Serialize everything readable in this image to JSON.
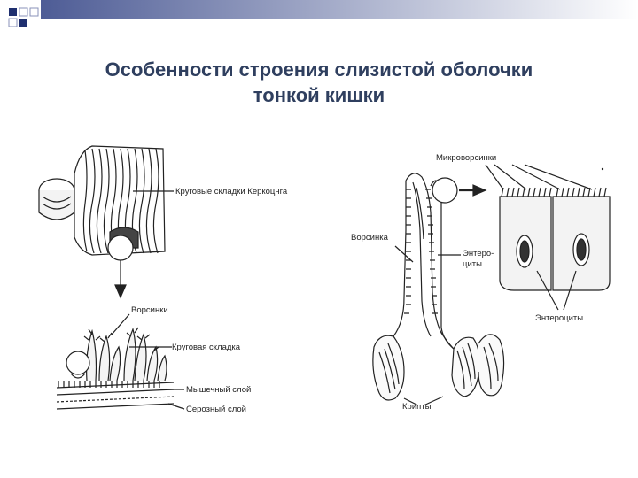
{
  "slide": {
    "title_line1": "Особенности строения слизистой оболочки",
    "title_line2": "тонкой кишки"
  },
  "labels": {
    "circular_folds_kerckring": "Круговые складки Керкоцнга",
    "villi": "Ворсинки",
    "circular_fold": "Круговая складка",
    "muscle_layer": "Мышечный слой",
    "serous_layer": "Серозный слой",
    "microvilli": "Микроворсинки",
    "villus": "Ворсинка",
    "enterocytes_part1": "Энтеро-",
    "enterocytes_part2": "циты",
    "enterocytes": "Энтероциты",
    "crypts": "Крипты"
  },
  "colors": {
    "title": "#2f3f5f",
    "accent_squares": "#1f2f6f",
    "ink": "#222222"
  }
}
